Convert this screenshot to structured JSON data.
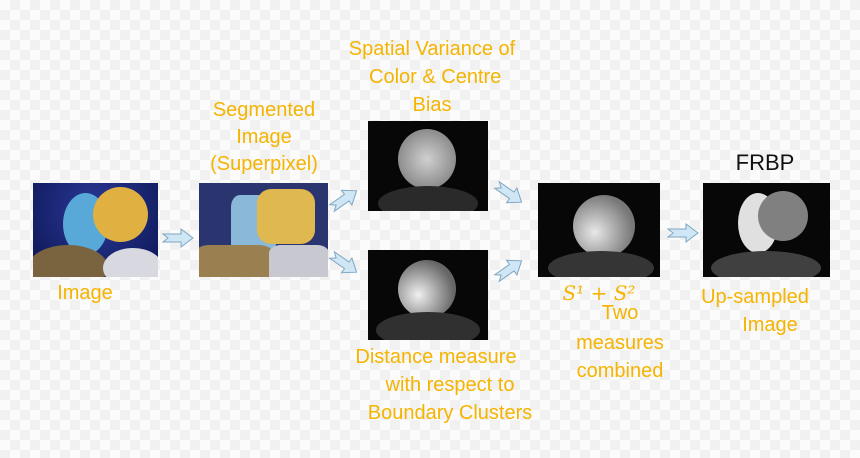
{
  "labels": {
    "input": "Image",
    "segmented": [
      "Segmented",
      "Image",
      "(Superpixel)"
    ],
    "spatial": [
      "Spatial Variance of",
      "Color & Centre",
      "Bias"
    ],
    "distance": [
      "Distance measure",
      "with respect to",
      "Boundary Clusters"
    ],
    "combined_formula": "S¹ + S²",
    "combined": [
      "Two",
      "measures",
      "combined"
    ],
    "frbp": "FRBP",
    "upsampled": [
      "Up-sampled",
      "Image"
    ]
  },
  "colors": {
    "label": "#f5b400",
    "arrow_fill": "#cfe6f5",
    "arrow_stroke": "#7fa6c2"
  }
}
